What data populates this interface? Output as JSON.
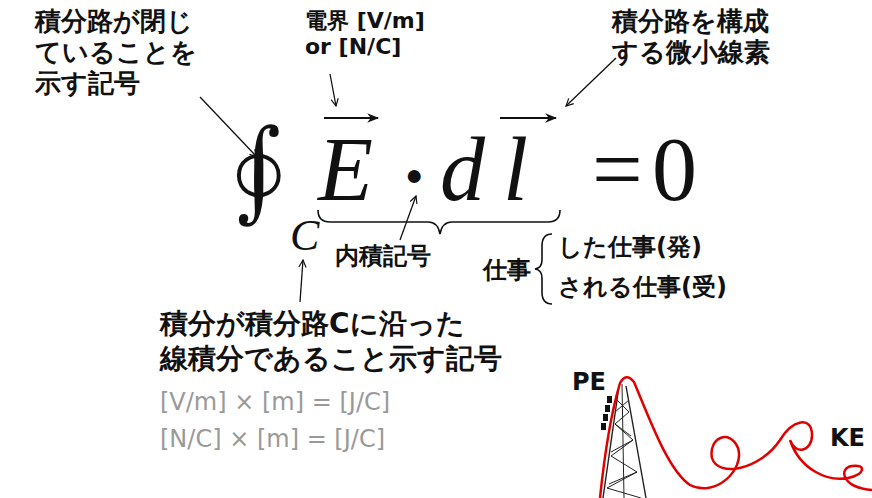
{
  "diagram": {
    "labels": [
      "積分路が閉じ ていることを 示す記号",
      "電界 [V/m] or [N/C]",
      "積分路を構成 する微小線素",
      "∮",
      "C",
      "E",
      "●",
      "d",
      "l",
      "=",
      "0",
      "内積記号",
      "仕事",
      "した仕事(発)",
      "される仕事(受)",
      "積分が積分路Cに沿った 線積分であること示す記号",
      "[V/m] × [m] = [J/C]",
      "[N/C] × [m] = [J/C]",
      "PE",
      "KE"
    ]
  }
}
